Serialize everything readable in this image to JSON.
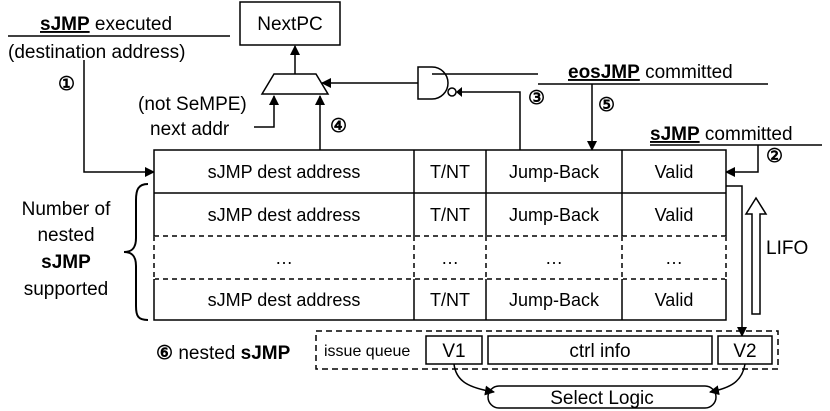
{
  "nextpc_label": "NextPC",
  "sjmp_exec": {
    "bold": "sJMP",
    "rest": " executed",
    "line2": "(destination address)",
    "marker": "①"
  },
  "eos": {
    "bold": "eosJMP",
    "rest": " committed",
    "marker3": "③",
    "marker5": "⑤"
  },
  "sjmp_commit": {
    "bold": "sJMP",
    "rest": " committed",
    "marker": "②"
  },
  "mux": {
    "input_line1": "(not SeMPE)",
    "input_line2": "next addr",
    "marker4": "④"
  },
  "table": {
    "rows": [
      [
        "sJMP dest address",
        "T/NT",
        "Jump-Back",
        "Valid"
      ],
      [
        "sJMP dest address",
        "T/NT",
        "Jump-Back",
        "Valid"
      ],
      [
        "…",
        "…",
        "…",
        "…"
      ],
      [
        "sJMP dest address",
        "T/NT",
        "Jump-Back",
        "Valid"
      ]
    ]
  },
  "side_label": {
    "line1": "Number of",
    "line2": "nested",
    "line3": "sJMP",
    "line4": "supported"
  },
  "lifo_label": "LIFO",
  "nested": {
    "marker": "⑥",
    "text": " nested ",
    "bold": "sJMP"
  },
  "issue_queue": {
    "label": "issue queue",
    "v1": "V1",
    "ctrl": "ctrl info",
    "v2": "V2"
  },
  "select_logic": "Select Logic"
}
